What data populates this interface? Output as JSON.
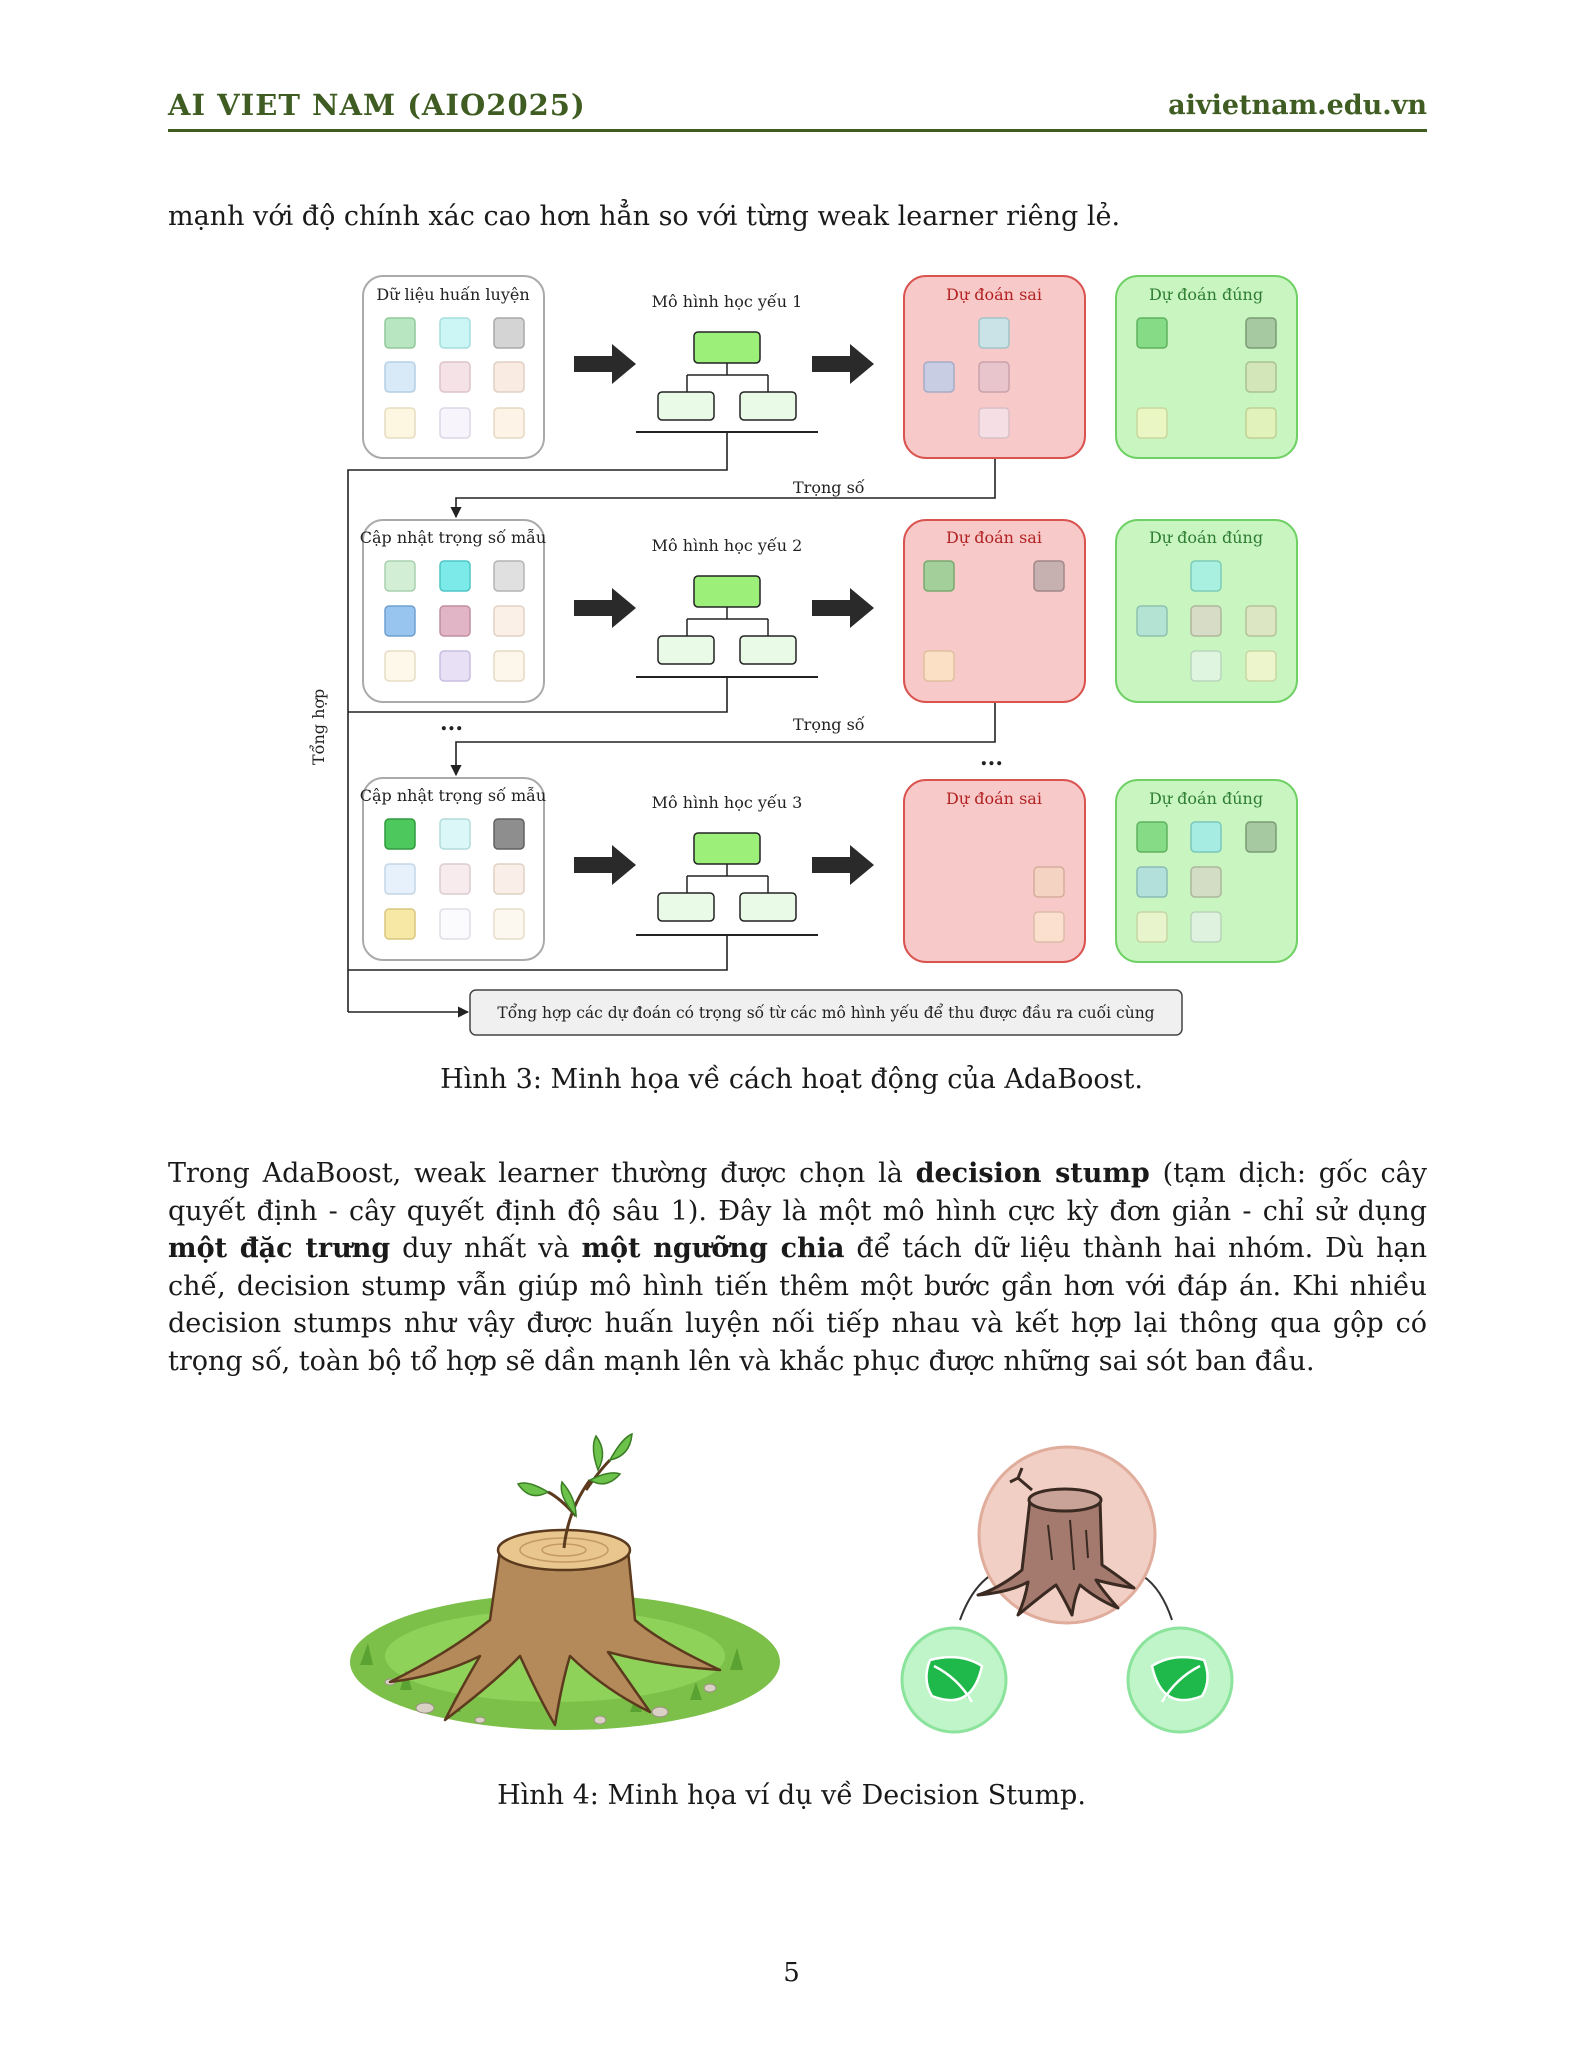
{
  "header": {
    "left": "AI VIET NAM (AIO2025)",
    "right": "aivietnam.edu.vn"
  },
  "intro_line": "mạnh với độ chính xác cao hơn hẳn so với từng weak learner riêng lẻ.",
  "figure3": {
    "caption": "Hình 3: Minh họa về cách hoạt động của AdaBoost.",
    "row1_data_label": "Dữ liệu huấn luyện",
    "row2_data_label": "Cập nhật trọng số mẫu",
    "row3_data_label": "Cập nhật trọng số mẫu",
    "model1_label": "Mô hình học yếu 1",
    "model2_label": "Mô hình học yếu 2",
    "model3_label": "Mô hình học yếu 3",
    "wrong_label": "Dự đoán sai",
    "right_label": "Dự đoán đúng",
    "weight_label": "Trọng số",
    "aggregate_label": "Tổng hợp",
    "ellipsis": "...",
    "final_box": "Tổng hợp các dự đoán có trọng số từ các mô hình yếu để thu được đầu ra cuối cùng"
  },
  "paragraph": {
    "p1": "Trong AdaBoost, weak learner thường được chọn là ",
    "b1": "decision stump",
    "p2": " (tạm dịch: gốc cây quyết định - cây quyết định độ sâu 1). Đây là một mô hình cực kỳ đơn giản - chỉ sử dụng ",
    "b2": "một đặc trưng",
    "p3": " duy nhất và ",
    "b3": "một ngưỡng chia",
    "p4": " để tách dữ liệu thành hai nhóm. Dù hạn chế, decision stump vẫn giúp mô hình tiến thêm một bước gần hơn với đáp án. Khi nhiều decision stumps như vậy được huấn luyện nối tiếp nhau và kết hợp lại thông qua gộp có trọng số, toàn bộ tổ hợp sẽ dần mạnh lên và khắc phục được những sai sót ban đầu."
  },
  "figure4": {
    "caption": "Hình 4: Minh họa ví dụ về Decision Stump."
  },
  "page_number": "5",
  "icons": [
    "right-arrow-icon",
    "tree-stump-icon",
    "leaf-icon"
  ],
  "colors": {
    "header_green": "#3f5d22",
    "wrong_fill": "#f8c9c9",
    "wrong_border": "#d9534f",
    "right_fill": "#c8f5c0",
    "right_border": "#6fd165",
    "node_green": "#9cf07a"
  }
}
